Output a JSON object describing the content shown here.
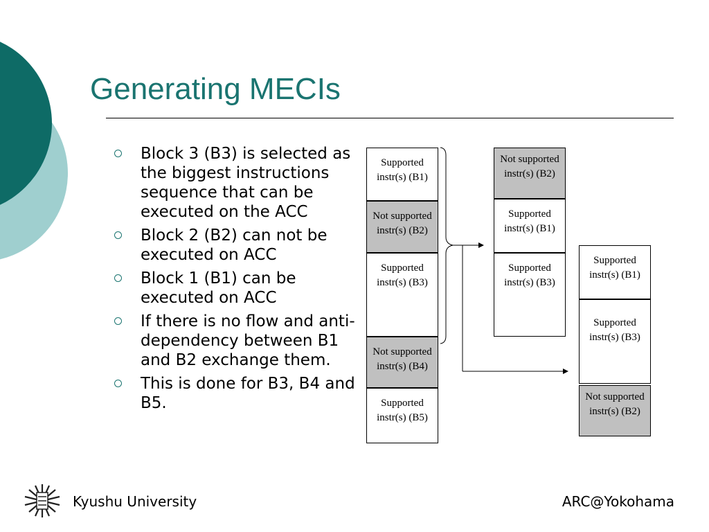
{
  "slide": {
    "title": "Generating MECIs",
    "bullets": [
      "Block 3 (B3) is selected as the biggest instructions sequence that can be executed on the ACC",
      "Block 2 (B2) can not be executed on ACC",
      "Block 1 (B1) can be executed on ACC",
      "If there is no flow and anti-dependency between B1 and B2 exchange them.",
      "This is done for B3, B4 and B5."
    ]
  },
  "diagram": {
    "column1": [
      {
        "label": "Supported instr(s) (B1)",
        "supported": true
      },
      {
        "label": "Not supported instr(s) (B2)",
        "supported": false
      },
      {
        "label": "Supported instr(s) (B3)",
        "supported": true
      },
      {
        "label": "Not supported instr(s) (B4)",
        "supported": false
      },
      {
        "label": "Supported instr(s) (B5)",
        "supported": true
      }
    ],
    "column2": [
      {
        "label": "Not supported instr(s) (B2)",
        "supported": false
      },
      {
        "label": "Supported instr(s) (B1)",
        "supported": true
      },
      {
        "label": "Supported instr(s) (B3)",
        "supported": true
      }
    ],
    "column3": [
      {
        "label": "Supported instr(s) (B1)",
        "supported": true
      },
      {
        "label": "Supported instr(s) (B3)",
        "supported": true
      },
      {
        "label": "Not supported instr(s) (B2)",
        "supported": false
      }
    ]
  },
  "footer": {
    "left": "Kyushu University",
    "right": "ARC@Yokohama"
  },
  "colors": {
    "accent": "#1a7470",
    "dark_teal": "#0e6b66",
    "light_teal": "#9fcfcf",
    "not_supported_fill": "#c0c0c0"
  },
  "icons": {
    "footer_logo": "kyushu-university-logo-icon",
    "bullet": "hollow-circle-bullet-icon"
  }
}
